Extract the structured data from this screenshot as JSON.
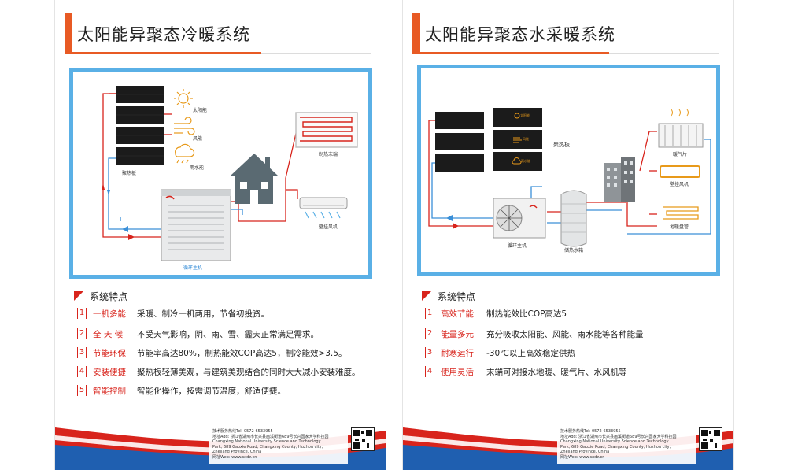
{
  "left": {
    "title": "太阳能异聚态冷暖系统",
    "diagram": {
      "panel_label": "聚热板",
      "weather": [
        "太阳能",
        "风能",
        "雨水能"
      ],
      "floor_heat_label": "制热末端",
      "wall_unit_label": "壁挂风机",
      "host_label": "循环主机"
    },
    "features_heading": "系统特点",
    "features": [
      {
        "num": "1",
        "name": "一机多能",
        "desc": "采暖、制冷一机两用，节省初投资。"
      },
      {
        "num": "2",
        "name": "全 天 候",
        "desc": "不受天气影响，阴、雨、雪、霾天正常满足需求。"
      },
      {
        "num": "3",
        "name": "节能环保",
        "desc": "节能率高达80%，制热能效COP高达5，制冷能效>3.5。"
      },
      {
        "num": "4",
        "name": "安装便捷",
        "desc": "聚热板轻薄美观，与建筑美观结合的同时大大减小安装难度。"
      },
      {
        "num": "5",
        "name": "智能控制",
        "desc": "智能化操作，按需调节温度，舒适便捷。"
      }
    ]
  },
  "right": {
    "title": "太阳能异聚态水采暖系统",
    "diagram": {
      "panel_label": "聚热板",
      "weather": [
        "太阳能",
        "风能",
        "雨水能"
      ],
      "radiator_label": "暖气片",
      "wall_unit_label": "壁挂风机",
      "floor_heat_label": "地暖盘管",
      "host_label": "循环主机",
      "tank_label": "储热水箱"
    },
    "features_heading": "系统特点",
    "features": [
      {
        "num": "1",
        "name": "高效节能",
        "desc": "制热能效比COP高达5"
      },
      {
        "num": "2",
        "name": "能量多元",
        "desc": "充分吸收太阳能、风能、雨水能等各种能量"
      },
      {
        "num": "3",
        "name": "耐寒运行",
        "desc": "-30℃以上高效稳定供热"
      },
      {
        "num": "4",
        "name": "使用灵活",
        "desc": "末端可对接水地暖、暖气片、水风机等"
      }
    ]
  },
  "footer": {
    "lines": [
      "技术服务热线Tel: 0572-6533955",
      "地址Add: 浙江省湖州市长兴县画溪街道689号长兴国家大学科技园",
      "Changxing National University Science and Technology",
      "Park, 689 Gaoxie Road, Changxing County, Huzhou city,",
      "Zhejiang Province, China",
      "网址Web: www.sxdz.cn"
    ]
  },
  "colors": {
    "accent": "#e85a24",
    "frame": "#5ab0e6",
    "feature_red": "#d8241c",
    "pipe_red": "#d8241c",
    "pipe_blue": "#3a8fd8",
    "footer_red": "#d8241c",
    "footer_blue": "#1f5fb0"
  }
}
